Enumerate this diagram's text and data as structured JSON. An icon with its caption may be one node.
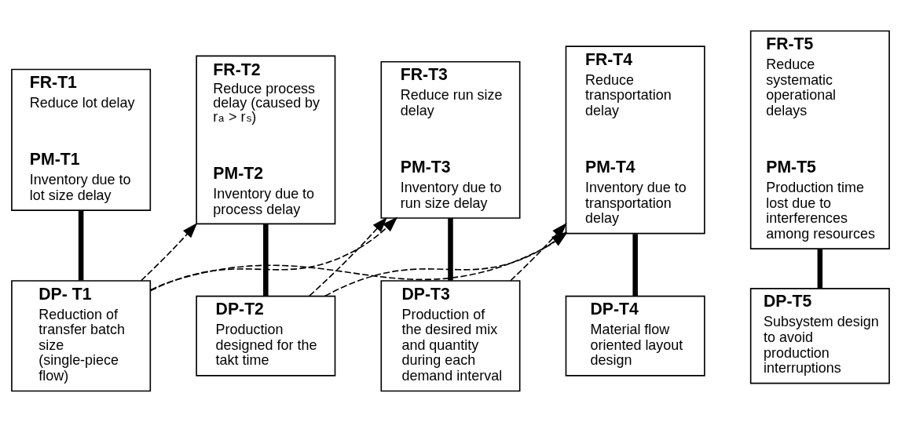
{
  "diagram": {
    "nodes": [
      {
        "text": [
          "FR-T1",
          "Reduce lot delay",
          "PM-T1",
          "Inventory due to lot size delay"
        ]
      },
      {
        "text": [
          "FR-T2",
          "Reduce process delay (caused by r$_{a}$ > r$_{s}$)",
          "PM-T2",
          "Inventory due to process delay"
        ]
      },
      {
        "text": [
          "FR-T3",
          "Reduce run size delay",
          "PM-T3",
          "Inventory due to run size delay"
        ]
      },
      {
        "text": [
          "FR-T4",
          "Reduce transportation delay",
          "PM-T4",
          "Inventory due to transportation delay"
        ]
      },
      {
        "text": [
          "FR-T5",
          "Reduce systematic operational delays",
          "PM-T5",
          "Production time lost due to interferences among resources"
        ]
      },
      {
        "text": [
          "DP- T1",
          "Reduction of transfer batch size (single-piece flow)"
        ]
      },
      {
        "text": [
          "DP-T2",
          "Production designed for the takt time"
        ]
      },
      {
        "text": [
          "DP-T3",
          "Production of the desired mix and quantity during each demand interval"
        ]
      },
      {
        "text": [
          "DP-T4",
          "Material flow oriented layout design"
        ]
      },
      {
        "text": [
          "DP-T5",
          "Subsystem design to avoid production interruptions"
        ]
      }
    ],
    "edges": [
      {
        "from": 0,
        "to": 5,
        "arrow": "none",
        "style": "thick"
      },
      {
        "from": 1,
        "to": 6,
        "arrow": "none",
        "style": "thick"
      },
      {
        "from": 2,
        "to": 7,
        "arrow": "none",
        "style": "thick"
      },
      {
        "from": 3,
        "to": 8,
        "arrow": "none",
        "style": "thick"
      },
      {
        "from": 4,
        "to": 9,
        "arrow": "none",
        "style": "thick"
      },
      {
        "from": 5,
        "to": 1,
        "arrow": "to",
        "style": "dashed"
      },
      {
        "from": 5,
        "to": 2,
        "arrow": "to",
        "style": "dashed"
      },
      {
        "from": 5,
        "to": 3,
        "arrow": "to",
        "style": "dashed"
      },
      {
        "from": 6,
        "to": 2,
        "arrow": "to",
        "style": "dashed"
      },
      {
        "from": 6,
        "to": 3,
        "arrow": "to",
        "style": "dashed"
      },
      {
        "from": 7,
        "to": 3,
        "arrow": "to",
        "style": "dashed"
      }
    ]
  }
}
